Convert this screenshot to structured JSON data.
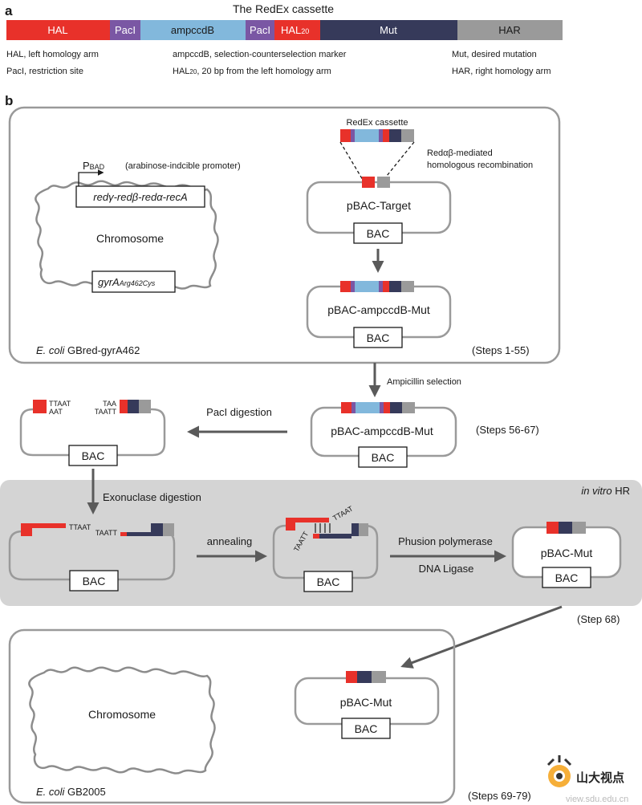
{
  "panel_a": {
    "label": "a",
    "title": "The RedEx cassette",
    "segments": [
      {
        "name": "HAL",
        "color": "#e8312a",
        "text_color": "#ffffff"
      },
      {
        "name": "PacI",
        "color": "#7a57a4",
        "text_color": "#ffffff"
      },
      {
        "name": "ampccdB",
        "color": "#82b8dc",
        "text_color": "#1a1a1a"
      },
      {
        "name": "PacI",
        "color": "#7a57a4",
        "text_color": "#ffffff"
      },
      {
        "name": "HAL",
        "sub": "20",
        "color": "#e8312a",
        "text_color": "#ffffff"
      },
      {
        "name": "Mut",
        "color": "#363a5a",
        "text_color": "#ffffff"
      },
      {
        "name": "HAR",
        "color": "#9a9a9a",
        "text_color": "#1a1a1a"
      }
    ],
    "legend": {
      "col1_line1": "HAL, left homology arm",
      "col1_line2": "PacI, restriction site",
      "col2_line1": "ampccdB, selection-counterselection marker",
      "col2_line2_pre": "HAL",
      "col2_line2_sub": "20",
      "col2_line2_post": ", 20 bp from the left homology arm",
      "col3_line1": "Mut, desired mutation",
      "col3_line2": "HAR, right homology arm"
    }
  },
  "panel_b": {
    "label": "b",
    "box1": {
      "promoter_main": "P",
      "promoter_sub": "BAD",
      "promoter_desc": "(arabinose-indcible promoter)",
      "operon": "redγ-redβ-redα-recA",
      "chromosome": "Chromosome",
      "gyra_main": "gyrA",
      "gyra_sub": "Arg462Cys",
      "strain_italic": "E. coli",
      "strain_rest": " GBred-gyrA462",
      "steps": "(Steps 1-55)",
      "cassette_label": "RedEx cassette",
      "recomb_line1": "Redαβ-mediated",
      "recomb_line2": "homologous recombination",
      "plasmid1": "pBAC-Target",
      "plasmid2": "pBAC-ampccdB-Mut",
      "bac": "BAC"
    },
    "middle": {
      "selection": "Ampicillin selection",
      "plasmid3": "pBAC-ampccdB-Mut",
      "steps": "(Steps 56-67)",
      "digestion": "PacI digestion",
      "left_end_top": "TTAAT",
      "left_end_bottom": "AAT",
      "right_end_top": "TAA",
      "right_end_bottom": "TAATT",
      "bac": "BAC"
    },
    "invitro": {
      "title_italic": "in vitro",
      "title_rest": " HR",
      "exo": "Exonuclase digestion",
      "end1": "TTAAT",
      "end2": "TAATT",
      "annealing": "annealing",
      "anneal_top": "TTAAT",
      "anneal_bottom": "TAATT",
      "polymerase": "Phusion polymerase",
      "ligase": "DNA Ligase",
      "plasmid4": "pBAC-Mut",
      "step": "(Step 68)",
      "bac": "BAC"
    },
    "box2": {
      "chromosome": "Chromosome",
      "plasmid5": "pBAC-Mut",
      "strain_italic": "E. coli",
      "strain_rest": " GB2005",
      "steps": "(Steps 69-79)",
      "bac": "BAC"
    }
  },
  "watermark": {
    "text": "山大视点",
    "url": "view.sdu.edu.cn"
  }
}
